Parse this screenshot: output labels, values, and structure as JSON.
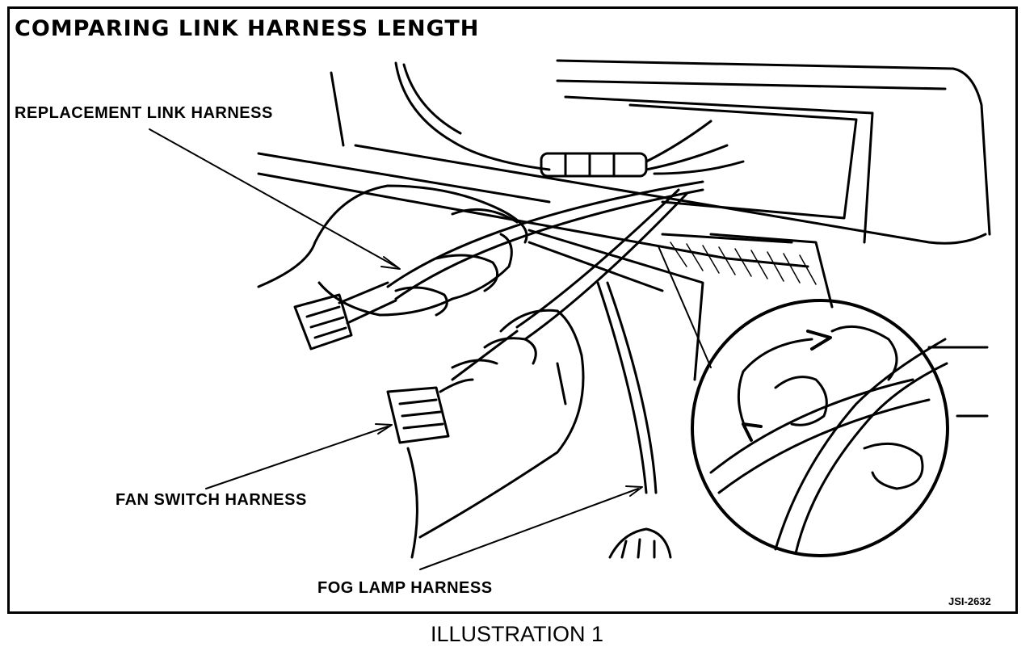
{
  "title": "COMPARING LINK HARNESS LENGTH",
  "labels": {
    "replacement_link_harness": "REPLACEMENT LINK HARNESS",
    "fan_switch_harness": "FAN SWITCH HARNESS",
    "fog_lamp_harness": "FOG LAMP HARNESS"
  },
  "figure_code": "JSI-2632",
  "caption": "ILLUSTRATION 1",
  "colors": {
    "ink": "#000000",
    "paper": "#ffffff"
  }
}
